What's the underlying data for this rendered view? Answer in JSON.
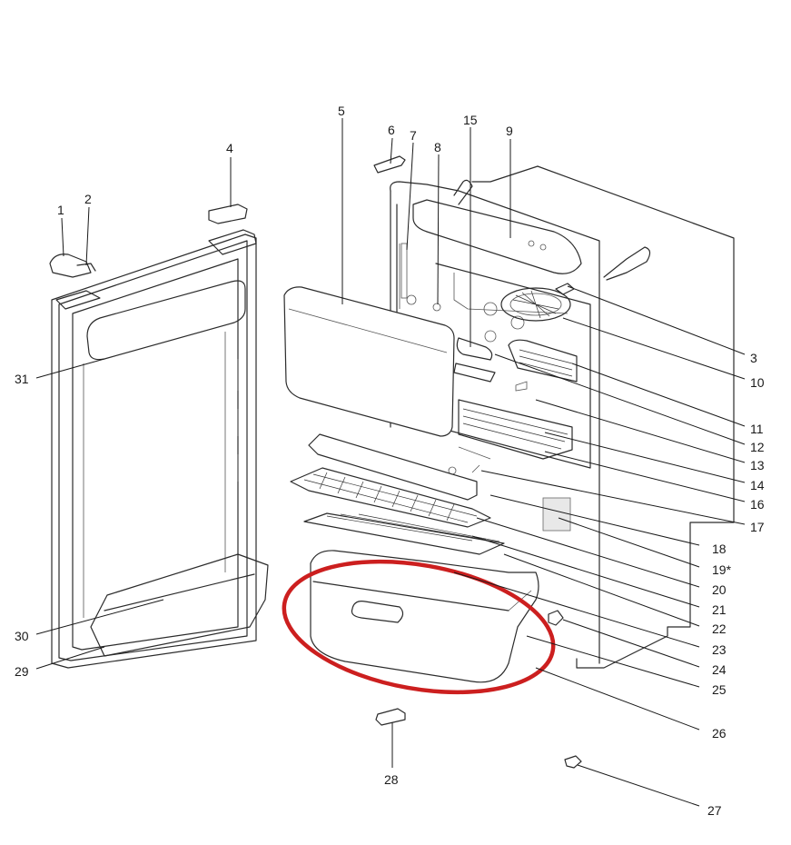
{
  "diagram": {
    "callouts": [
      "1",
      "2",
      "3",
      "4",
      "5",
      "6",
      "7",
      "8",
      "9",
      "10",
      "11",
      "12",
      "13",
      "14",
      "15",
      "16",
      "17",
      "18",
      "19*",
      "20",
      "21",
      "22",
      "23",
      "24",
      "25",
      "26",
      "27",
      "28",
      "29",
      "30",
      "31"
    ],
    "highlight_color": "#cc1f1f",
    "highlighted_part": "26"
  }
}
